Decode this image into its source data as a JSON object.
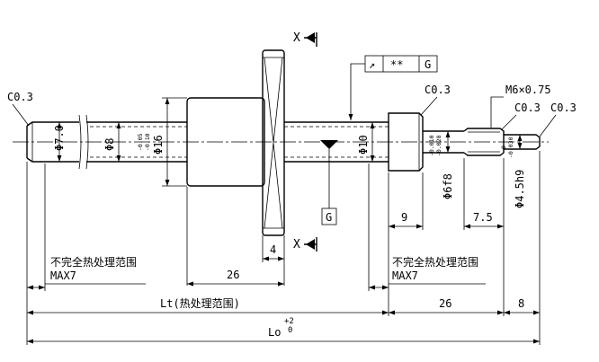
{
  "chamfers": {
    "left": "C0.3",
    "right_shoulder": "C0.3",
    "thread_start": "C0.3",
    "thread_end": "C0.3"
  },
  "thread_spec": "M6×0.75",
  "section_mark": "X",
  "diameters": {
    "d7": "Φ7.0",
    "d8": "Φ8",
    "d16": "Φ16",
    "d16_tol_upper": "-0.05",
    "d16_tol_lower": "-0.10",
    "d10": "Φ10",
    "d6f8": "Φ6f8",
    "d6_tol_upper": "-0.010",
    "d6_tol_lower": "-0.028",
    "d45h9": "Φ4.5h9",
    "d45_tol_upper": "0",
    "d45_tol_lower": "-0.030"
  },
  "tolerance_frame": {
    "symbol": "↗",
    "value": "**",
    "datum": "G"
  },
  "datum_label": "G",
  "dims": {
    "flange_width": "4",
    "nut_length": "26",
    "shoulder_9": "9",
    "thread_75": "7.5",
    "right_26": "26",
    "right_8": "8",
    "lt": "Lt(热处理范围)",
    "lo": "Lo",
    "lo_tol_upper": "+2",
    "lo_tol_lower": "0"
  },
  "notes": {
    "left_line1": "不完全热处理范围",
    "left_line2": "MAX7",
    "right_line1": "不完全热处理范围",
    "right_line2": "MAX7"
  }
}
